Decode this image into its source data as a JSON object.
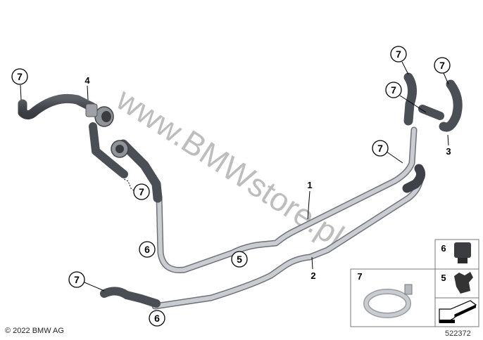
{
  "diagram": {
    "watermark": "www.BMWstore.pl",
    "copyright": "© 2022 BMW AG",
    "diagram_number": "522372",
    "part_labels": {
      "p1": "1",
      "p2": "2",
      "p3": "3",
      "p4": "4",
      "p5": "5",
      "p6a": "6",
      "p6b": "6"
    },
    "callouts": {
      "c7a": "7",
      "c7b": "7",
      "c7c": "7",
      "c7d": "7",
      "c7e": "7",
      "c7f": "7",
      "c7g": "7"
    },
    "inset": {
      "clamp_label": "7",
      "clip6_label": "6",
      "clip5_label": "5"
    }
  }
}
